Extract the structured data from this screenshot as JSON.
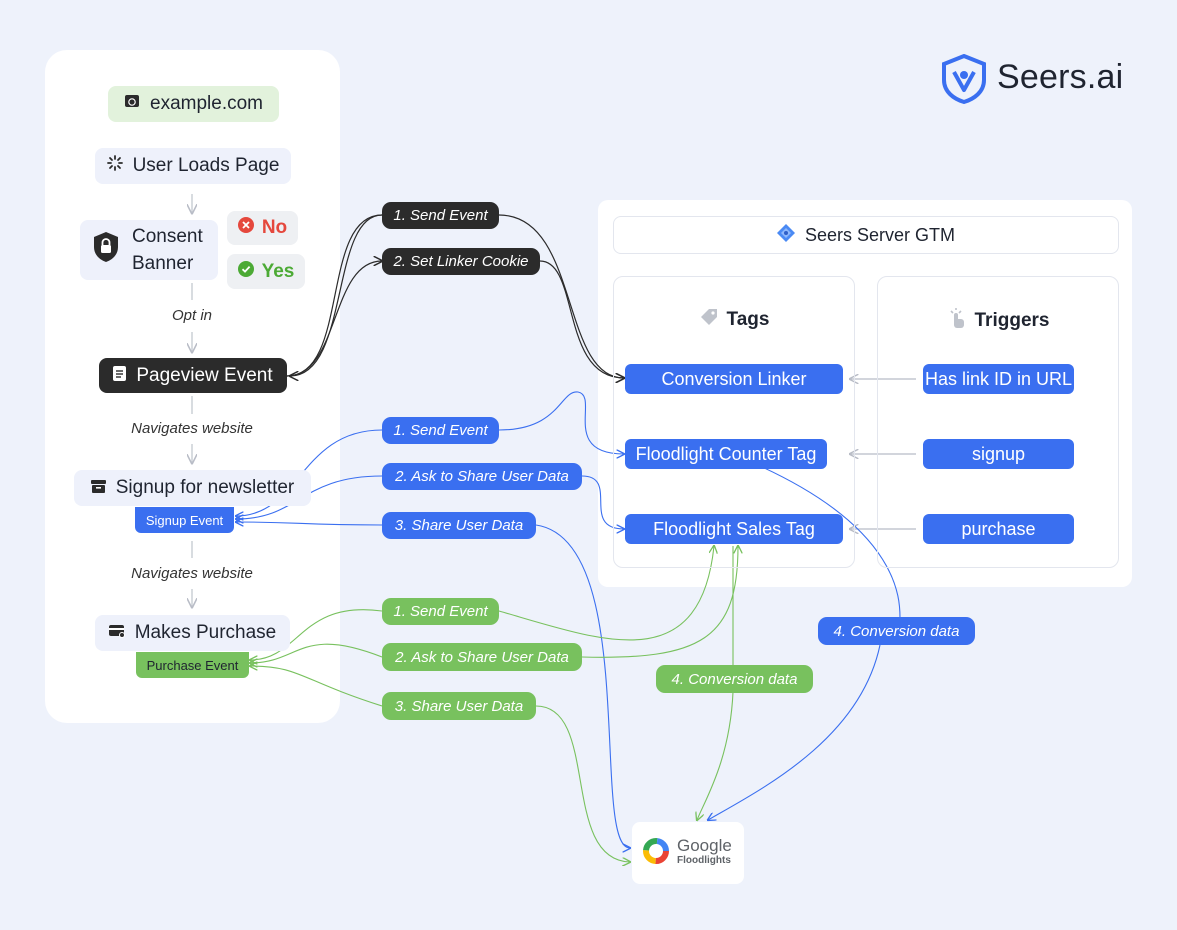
{
  "brand": {
    "name": "Seers.ai",
    "icon": "shield-icon",
    "color": "#3a6ff0"
  },
  "flow": {
    "site": "example.com",
    "user_loads": "User Loads Page",
    "consent_line1": "Consent",
    "consent_line2": "Banner",
    "no": "No",
    "yes": "Yes",
    "opt_in": "Opt in",
    "pageview": "Pageview Event",
    "navigates_1": "Navigates website",
    "signup": "Signup for newsletter",
    "signup_event": "Signup Event",
    "navigates_2": "Navigates website",
    "purchase": "Makes Purchase",
    "purchase_event": "Purchase Event"
  },
  "messages": {
    "dark_send": "1. Send Event",
    "dark_linker": "2. Set Linker Cookie",
    "blue_send": "1. Send Event",
    "blue_ask": "2. Ask to Share User Data",
    "blue_share": "3. Share User Data",
    "blue_conversion": "4. Conversion data",
    "green_send": "1. Send Event",
    "green_ask": "2. Ask to Share User Data",
    "green_share": "3. Share User Data",
    "green_conversion": "4. Conversion data"
  },
  "gtm": {
    "title": "Seers Server GTM",
    "tags_title": "Tags",
    "triggers_title": "Triggers",
    "tags": [
      "Conversion Linker",
      "Floodlight Counter Tag",
      "Floodlight Sales Tag"
    ],
    "triggers": [
      "Has link ID in URL",
      "signup",
      "purchase"
    ]
  },
  "google": {
    "name": "Google",
    "product": "Floodlights"
  },
  "colors": {
    "dark": "#2b2b2b",
    "blue": "#3a6ff0",
    "green": "#78c15e",
    "red": "#e5483d"
  }
}
